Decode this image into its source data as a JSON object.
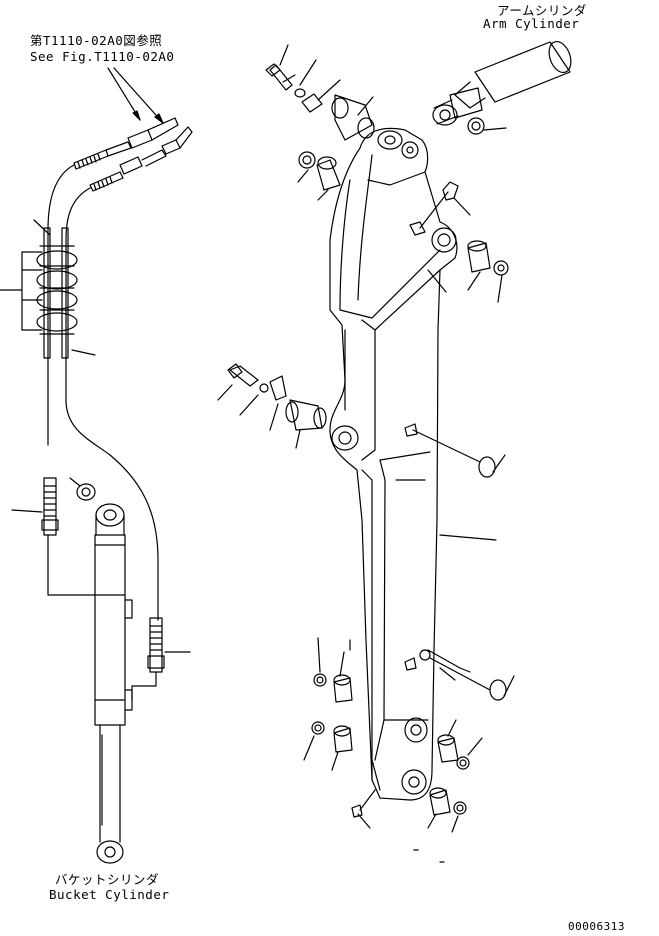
{
  "labels": {
    "ref_note_jp": "第T1110-02A0図参照",
    "ref_note_en": "See Fig.T1110-02A0",
    "arm_cylinder_jp": "アームシリンダ",
    "arm_cylinder_en": "Arm Cylinder",
    "bucket_cylinder_jp": "バケットシリンダ",
    "bucket_cylinder_en": "Bucket Cylinder",
    "drawing_number": "00006313"
  },
  "colors": {
    "line": "#000000",
    "background": "#ffffff"
  }
}
